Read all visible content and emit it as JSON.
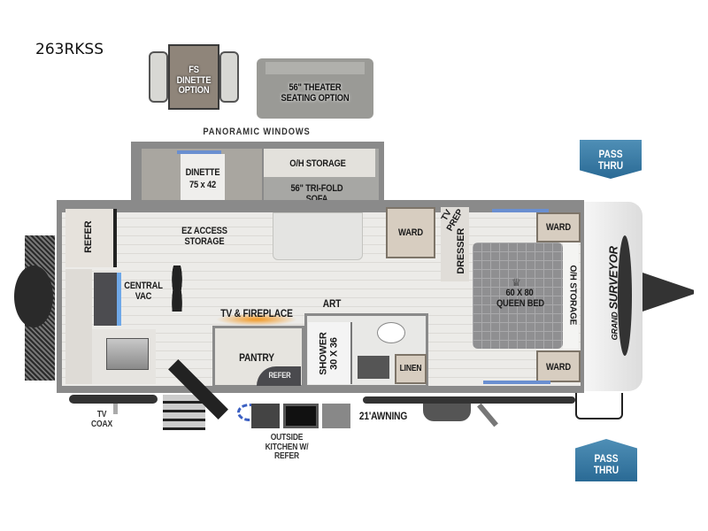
{
  "model": "263RKSS",
  "options": {
    "dinette_option": "FS DINETTE OPTION",
    "theater_option": "56\" THEATER SEATING OPTION"
  },
  "labels": {
    "panoramic_windows": "PANORAMIC WINDOWS",
    "dinette": "DINETTE",
    "dinette_size": "75 x 42",
    "oh_storage_top": "O/H STORAGE",
    "sofa": "56\" TRI-FOLD SOFA",
    "ez_access_storage": "EZ ACCESS STORAGE",
    "refer": "REFER",
    "central_vac": "CENTRAL VAC",
    "tv_fireplace": "TV & FIREPLACE",
    "art": "ART",
    "pantry": "PANTRY",
    "pantry_refer": "REFER",
    "shower": "SHOWER",
    "shower_size": "30 X 36",
    "linen": "LINEN",
    "ward_mid": "WARD",
    "tv_prep": "TV PREP",
    "dresser": "DRESSER",
    "ward_top": "WARD",
    "ward_bottom": "WARD",
    "bed_size": "60 X 80",
    "queen_bed": "QUEEN BED",
    "oh_storage_front": "O/H STORAGE",
    "tv_coax": "TV COAX",
    "outside_kitchen": "OUTSIDE KITCHEN W/ REFER",
    "awning": "21'AWNING",
    "pass_thru_top": "PASS THRU",
    "pass_thru_bottom": "PASS THRU",
    "brand_small": "GRAND",
    "brand_large": "SURVEYOR"
  },
  "colors": {
    "pass_thru_blue": "#2f729c",
    "fireplace_glow": "#f2a23a",
    "wall_gray": "#8a8a8a"
  }
}
